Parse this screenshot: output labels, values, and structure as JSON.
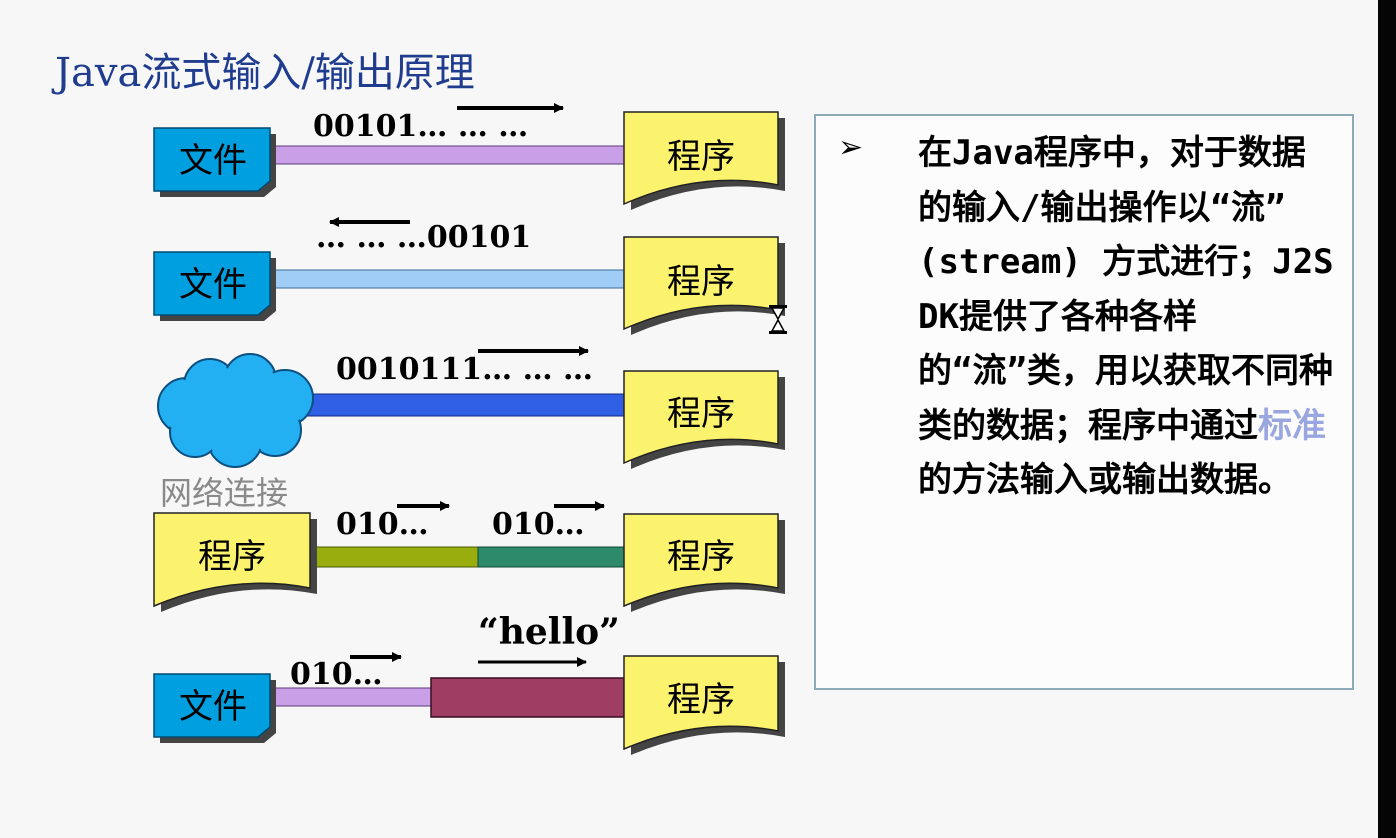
{
  "title": "Java流式输入/输出原理",
  "diagram": {
    "file_label": "文件",
    "program_label": "程序",
    "network_label": "网络连接",
    "rows": [
      {
        "bits": "00101… … …"
      },
      {
        "bits": "… … …00101"
      },
      {
        "bits": "0010111… … …"
      },
      {
        "bits_left": "010…",
        "bits_right": "010…"
      },
      {
        "bits": "010…",
        "string": "“hello”"
      }
    ],
    "colors": {
      "file_box": "#00a0e0",
      "program_doc": "#fbf26e",
      "pipe_lavender": "#c9a0e8",
      "pipe_lightblue": "#9fcdf5",
      "pipe_blue": "#2f5fe5",
      "pipe_olive": "#9aad0e",
      "pipe_teal": "#2d8a6a",
      "pipe_maroon": "#a03d62",
      "cloud": "#23b0f2"
    }
  },
  "description": {
    "bullet": "➢",
    "text_before": "在Java程序中，对于数据的输入/输出操作以“流” (stream) 方式进行；J2SDK提供了各种各样的“流”类，用以获取不同种类的数据；程序中通过",
    "text_highlight": "标准",
    "text_after": "的方法输入或输出数据。"
  }
}
